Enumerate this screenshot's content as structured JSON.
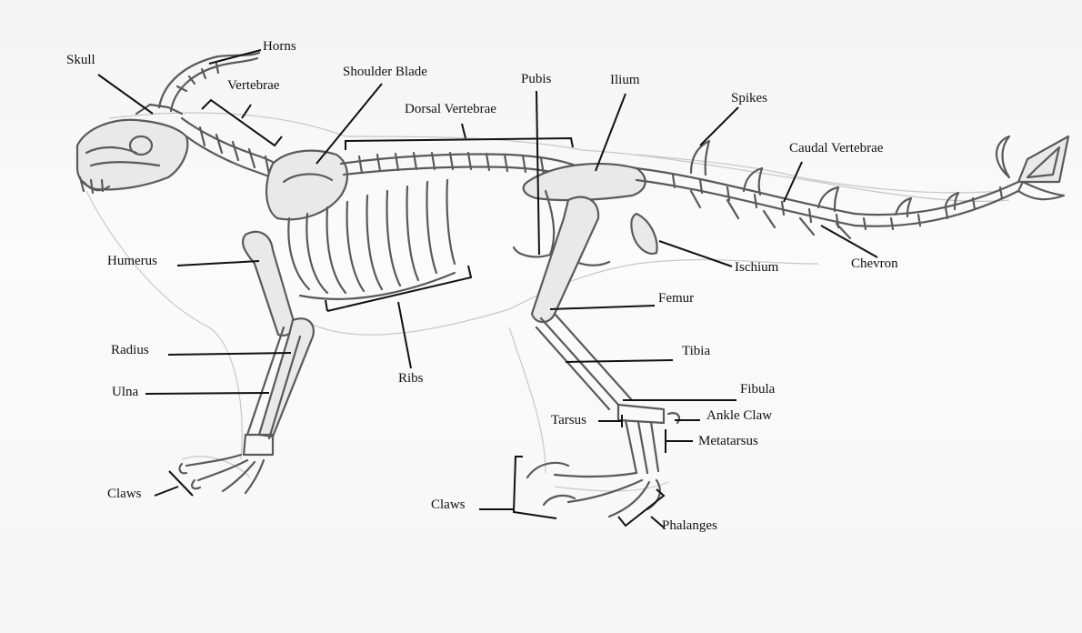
{
  "labels": {
    "skull": "Skull",
    "horns": "Horns",
    "vertebrae": "Vertebrae",
    "shoulder_blade": "Shoulder Blade",
    "pubis": "Pubis",
    "ilium": "Ilium",
    "dorsal_vertebrae": "Dorsal Vertebrae",
    "spikes": "Spikes",
    "caudal_vertebrae": "Caudal Vertebrae",
    "humerus": "Humerus",
    "ischium": "Ischium",
    "chevron": "Chevron",
    "femur": "Femur",
    "radius": "Radius",
    "tibia": "Tibia",
    "ribs": "Ribs",
    "ulna": "Ulna",
    "fibula": "Fibula",
    "tarsus": "Tarsus",
    "ankle_claw": "Ankle Claw",
    "metatarsus": "Metatarsus",
    "claws_front": "Claws",
    "claws_hind": "Claws",
    "phalanges": "Phalanges"
  },
  "colors": {
    "bone_stroke": "#5a5a5a",
    "bone_fill": "#e9e9e9",
    "leader": "#111111",
    "sketch": "#c8c8c8",
    "paper": "#f7f7f7"
  }
}
